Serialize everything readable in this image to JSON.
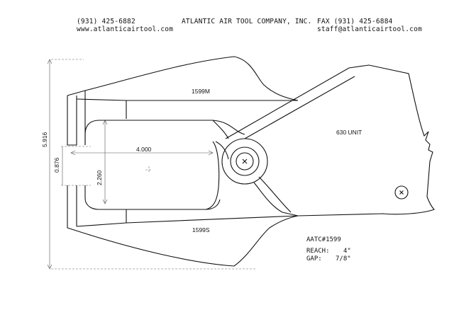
{
  "header": {
    "phone": "(931) 425-6882",
    "website": "www.atlanticairtool.com",
    "company": "ATLANTIC AIR TOOL COMPANY, INC.",
    "fax": "FAX (931) 425-6884",
    "email": "staff@atlanticairtool.com"
  },
  "drawing": {
    "upper_jaw_label": "1599M",
    "lower_jaw_label": "1599S",
    "unit_label": "630 UNIT",
    "overall_height": "5.916",
    "gap_dimension": "0.876",
    "reach_dimension": "4.000",
    "throat_dimension": "2.260"
  },
  "notes": {
    "part_number": "AATC#1599",
    "reach_label": "REACH:",
    "reach_value": "4\"",
    "gap_label": "GAP:",
    "gap_value": "7/8\""
  }
}
